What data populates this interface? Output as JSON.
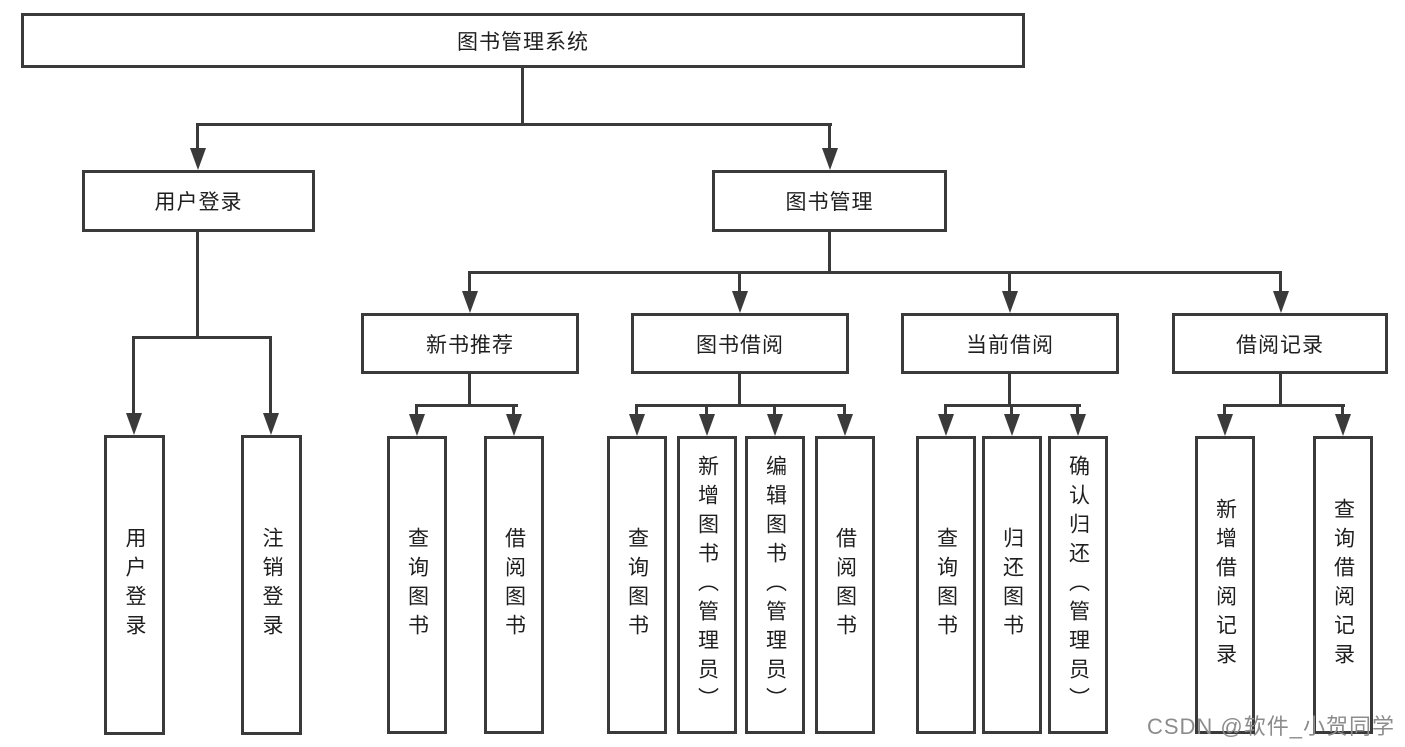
{
  "diagram": {
    "root": {
      "label": "图书管理系统"
    },
    "level2": [
      {
        "id": "user-login",
        "label": "用户登录"
      },
      {
        "id": "book-management",
        "label": "图书管理"
      }
    ],
    "level3": [
      {
        "id": "new-book-recommend",
        "label": "新书推荐"
      },
      {
        "id": "book-borrow",
        "label": "图书借阅"
      },
      {
        "id": "current-borrow",
        "label": "当前借阅"
      },
      {
        "id": "borrow-records",
        "label": "借阅记录"
      }
    ],
    "level4": {
      "user_login": [
        {
          "label": "用户登录"
        },
        {
          "label": "注销登录"
        }
      ],
      "new_book": [
        {
          "label": "查询图书"
        },
        {
          "label": "借阅图书"
        }
      ],
      "book_borrow": [
        {
          "label": "查询图书"
        },
        {
          "label": "新增图书（管理员）"
        },
        {
          "label": "编辑图书（管理员）"
        },
        {
          "label": "借阅图书"
        }
      ],
      "current_borrow": [
        {
          "label": "查询图书"
        },
        {
          "label": "归还图书"
        },
        {
          "label": "确认归还（管理员）"
        }
      ],
      "records": [
        {
          "label": "新增借阅记录"
        },
        {
          "label": "查询借阅记录"
        }
      ]
    }
  },
  "watermark": {
    "text": "CSDN @软件_小贺同学"
  },
  "colors": {
    "line": "#3a3a3a",
    "text": "#1f1f1f",
    "watermark": "#8c8c8c",
    "background": "#ffffff"
  }
}
